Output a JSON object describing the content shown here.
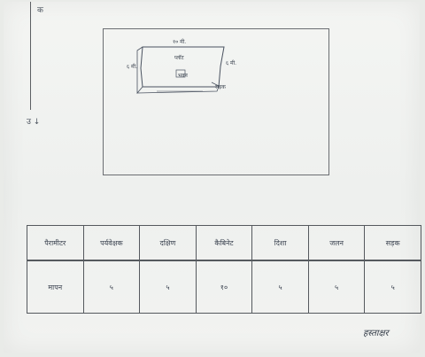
{
  "sheet": {
    "top_mark": "क",
    "margin_mark": "उ ↓",
    "signature": "हस्ताक्षर"
  },
  "sketch": {
    "label_top": "१० मी.",
    "label_left": "६ मी.",
    "label_right": "६ मी.",
    "label_inner": "प्लॉट",
    "label_center": "भवन",
    "label_road": "सड़क"
  },
  "table": {
    "headers": [
      "पैरामीटर",
      "पर्यवेक्षक",
      "दक्षिण",
      "कैबिनेट",
      "दिशा",
      "जलन",
      "सड़क"
    ],
    "rows": [
      [
        "मापन",
        "५",
        "५",
        "१०",
        "५",
        "५",
        "५"
      ]
    ]
  }
}
